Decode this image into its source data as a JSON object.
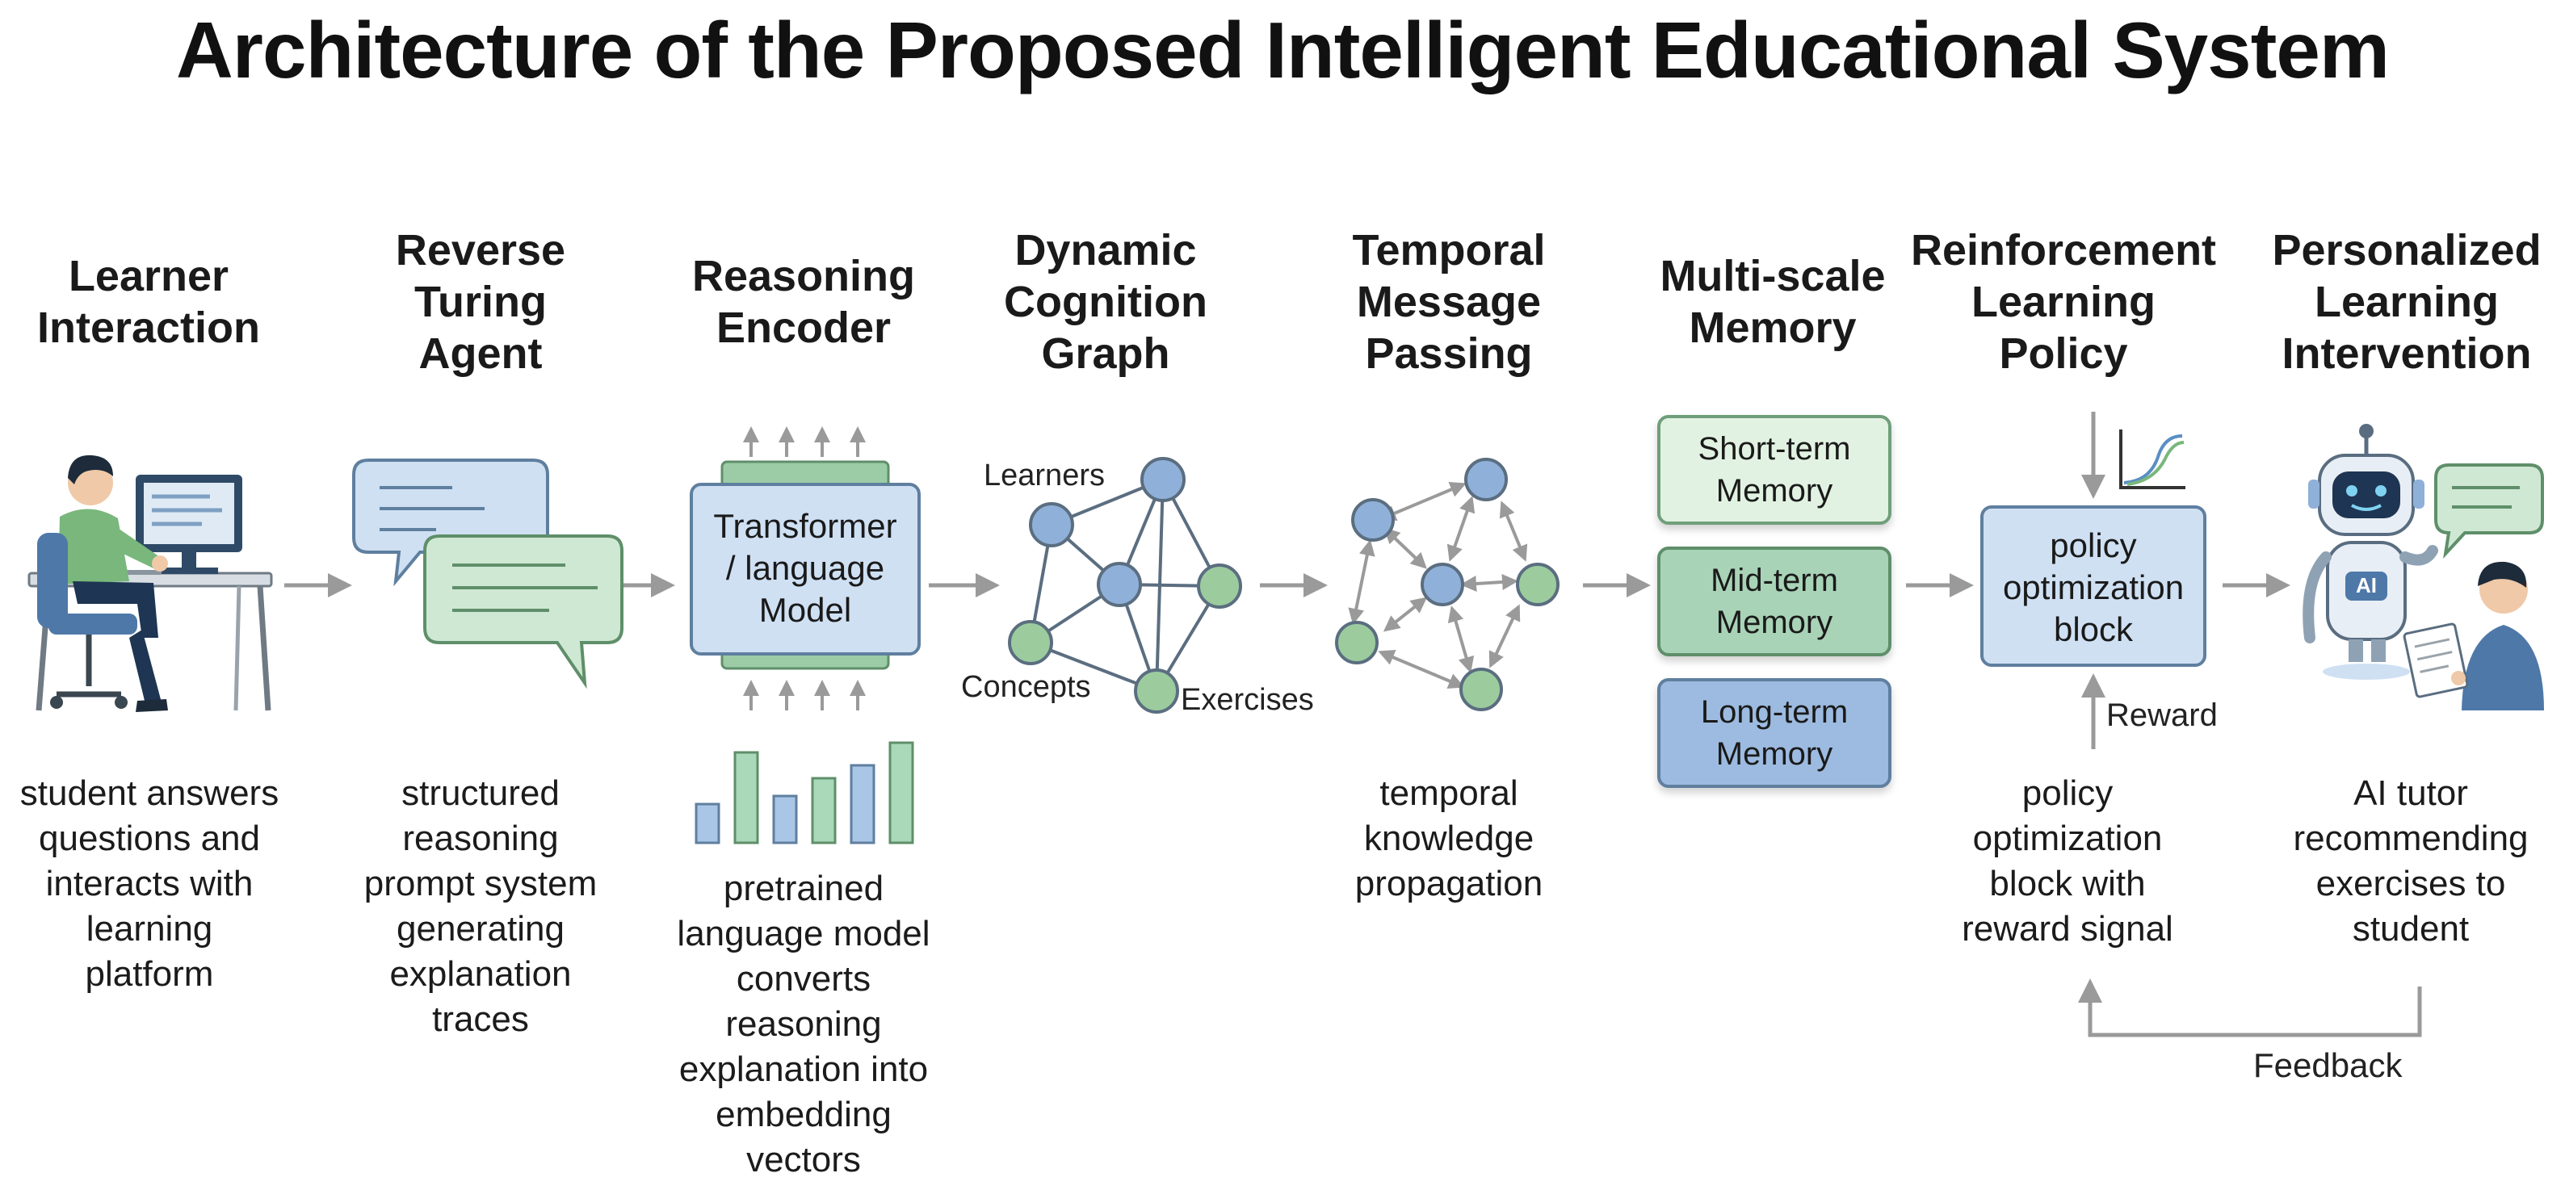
{
  "title": "Architecture of the Proposed Intelligent Educational System",
  "stages": [
    {
      "heading": "Learner\nInteraction",
      "description": "student answers\nquestions and\ninteracts with\nlearning\nplatform"
    },
    {
      "heading": "Reverse\nTuring\nAgent",
      "description": "structured\nreasoning\nprompt system\ngenerating\nexplanation\ntraces"
    },
    {
      "heading": "Reasoning\nEncoder",
      "description": "pretrained\nlanguage model\nconverts\nreasoning\nexplanation into\nembedding\nvectors"
    },
    {
      "heading": "Dynamic\nCognition\nGraph",
      "description": ""
    },
    {
      "heading": "Temporal\nMessage\nPassing",
      "description": "temporal\nknowledge\npropagation"
    },
    {
      "heading": "Multi-scale\nMemory",
      "description": ""
    },
    {
      "heading": "Reinforcement\nLearning\nPolicy",
      "description": "policy\noptimization\nblock with\nreward signal"
    },
    {
      "heading": "Personalized\nLearning\nIntervention",
      "description": "AI tutor\nrecommending\nexercises to\nstudent"
    }
  ],
  "encoder_box": "Transformer\n/ language\nModel",
  "graph_labels": {
    "learners": "Learners",
    "concepts": "Concepts",
    "exercises": "Exercises"
  },
  "memory": {
    "short": "Short-term\nMemory",
    "mid": "Mid-term\nMemory",
    "long": "Long-term\nMemory"
  },
  "policy_box": "policy\noptimization\nblock",
  "reward_label": "Reward",
  "feedback_label": "Feedback",
  "robot_badge": "AI",
  "colors": {
    "blue_node": "#8fb0d8",
    "green_node": "#9ccc9e",
    "blue_box": "#cfe0f3",
    "green_box": "#cfe8d3",
    "arrow": "#9a9a9a"
  }
}
